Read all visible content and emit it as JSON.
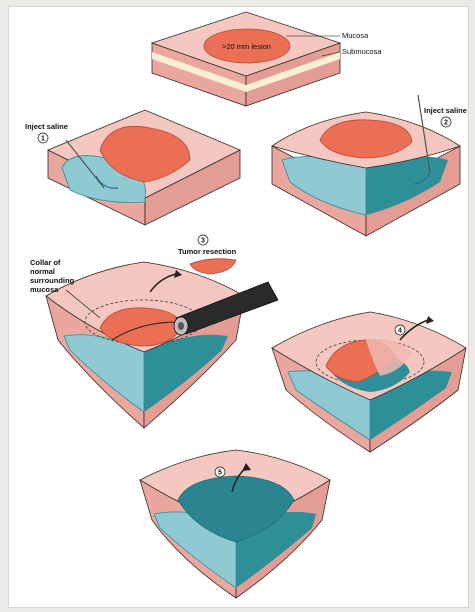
{
  "colors": {
    "mucosa": "#f4c7c0",
    "mucosa_side": "#eab0a8",
    "submucosa": "#fbeed6",
    "muscle": "#e9a7a0",
    "lesion": "#ea6f55",
    "lesion_dark": "#d85a44",
    "saline": "#8fc9d2",
    "saline_dark": "#2f8f99",
    "outline": "#3a2a26",
    "scope": "#2a2a2a",
    "arrow": "#2d6b9a"
  },
  "labels": {
    "lesion": ">20 mm lesion",
    "mucosa": "Mucosa",
    "submucosa": "Submucosa",
    "inject1": "Inject saline",
    "inject2": "Inject saline",
    "resection": "Tumor resection",
    "collar_line1": "Collar of",
    "collar_line2": "normal",
    "collar_line3": "surrounding",
    "collar_line4": "mucosa"
  },
  "steps": [
    "1",
    "2",
    "3",
    "4",
    "5"
  ]
}
